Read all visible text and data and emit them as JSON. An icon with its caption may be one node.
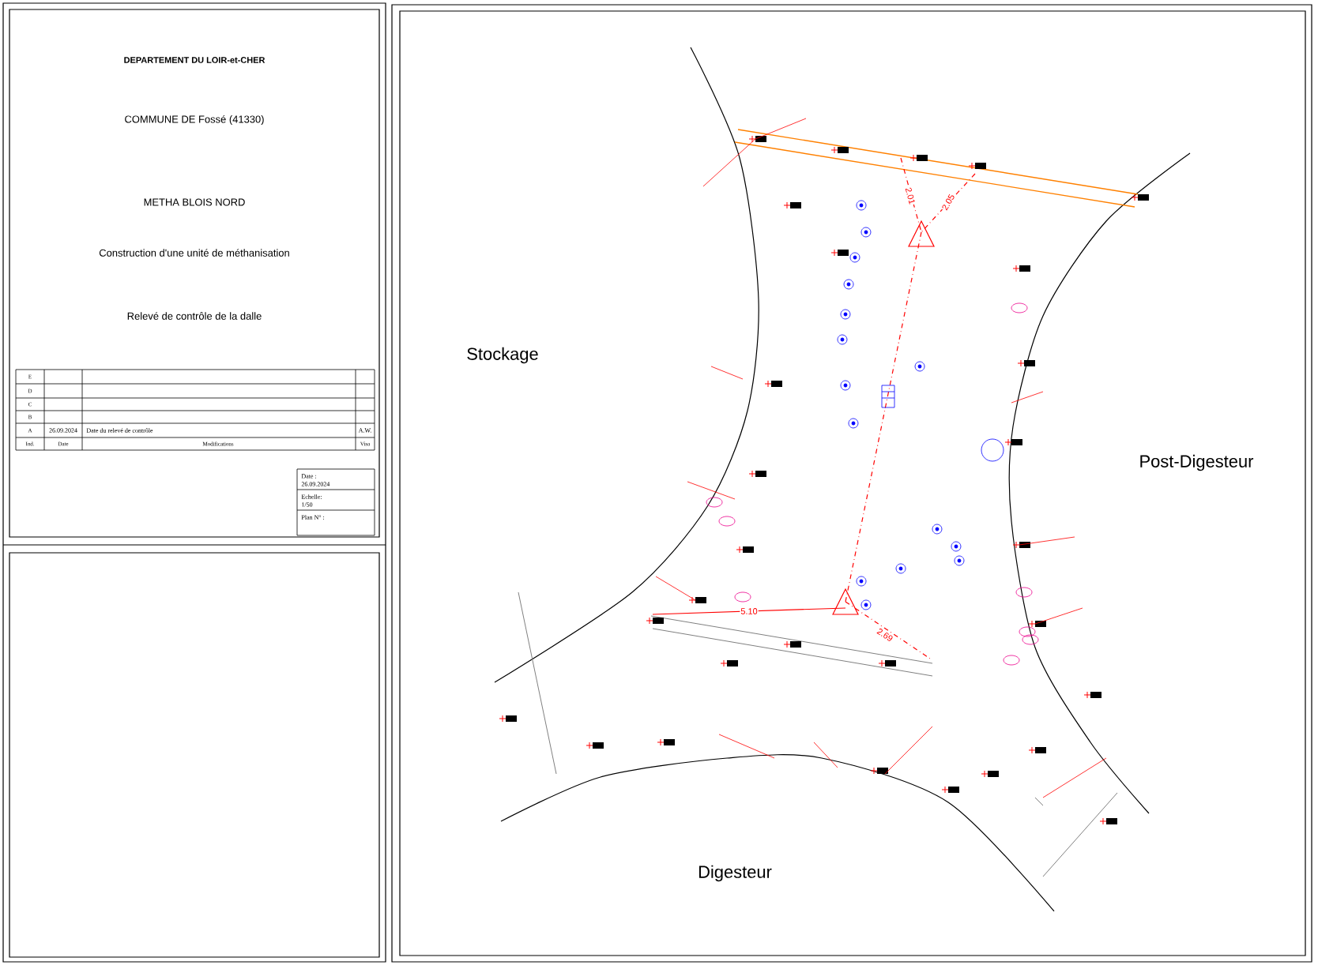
{
  "diagram": {
    "labels": [
      "DEPARTEMENT DU LOIR-et-CHER",
      "COMMUNE DE Fossé (41330)",
      "METHA BLOIS NORD",
      "Construction d'une unité de méthanisation",
      "Relevé de contrôle de la dalle",
      "E",
      "D",
      "C",
      "B",
      "A",
      "26.09.2024",
      "Date du relevé de contrôle",
      "A.W.",
      "Ind.",
      "Date",
      "Modifications",
      "Visa",
      "Date :",
      "26.09.2024",
      "Echelle:",
      "1/50",
      "Plan N° :",
      "Stockage",
      "Post-Digesteur",
      "Digesteur",
      "5.10",
      "2.69",
      "2.01",
      "2.05"
    ]
  }
}
